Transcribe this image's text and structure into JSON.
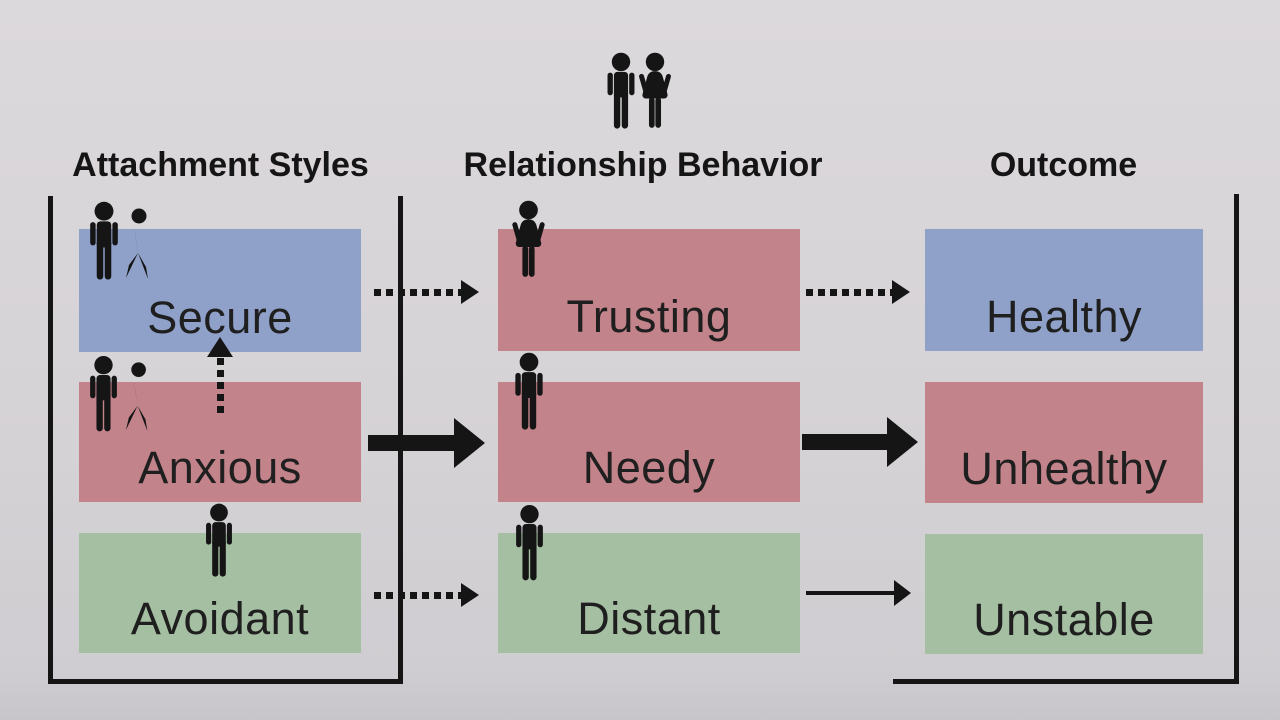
{
  "colors": {
    "bg": "#d6d3d6",
    "blue": "#8fa1c9",
    "red": "#c2838a",
    "green": "#a5bfa2",
    "ink": "#151515",
    "label": "#1f1f1f"
  },
  "top_icon": "couple-icon",
  "columns": [
    {
      "header": "Attachment Styles",
      "boxes": [
        {
          "label": "Secure",
          "color": "blue",
          "icon": "two-people-talking"
        },
        {
          "label": "Anxious",
          "color": "red",
          "icon": "two-people-talking"
        },
        {
          "label": "Avoidant",
          "color": "green",
          "icon": "single-person"
        }
      ]
    },
    {
      "header": "Relationship Behavior",
      "boxes": [
        {
          "label": "Trusting",
          "color": "red",
          "icon": "woman"
        },
        {
          "label": "Needy",
          "color": "red",
          "icon": "man"
        },
        {
          "label": "Distant",
          "color": "green",
          "icon": "man"
        }
      ]
    },
    {
      "header": "Outcome",
      "boxes": [
        {
          "label": "Healthy",
          "color": "blue"
        },
        {
          "label": "Unhealthy",
          "color": "red"
        },
        {
          "label": "Unstable",
          "color": "green"
        }
      ]
    }
  ],
  "flows": [
    {
      "from": "Secure",
      "to": "Trusting",
      "style": "dotted"
    },
    {
      "from": "Trusting",
      "to": "Healthy",
      "style": "dotted"
    },
    {
      "from": "Anxious",
      "to": "Needy",
      "style": "thick-solid"
    },
    {
      "from": "Needy",
      "to": "Unhealthy",
      "style": "thick-solid"
    },
    {
      "from": "Avoidant",
      "to": "Distant",
      "style": "dotted"
    },
    {
      "from": "Distant",
      "to": "Unstable",
      "style": "thin-solid"
    },
    {
      "from": "Anxious",
      "to": "Secure",
      "style": "dotted-up"
    }
  ]
}
